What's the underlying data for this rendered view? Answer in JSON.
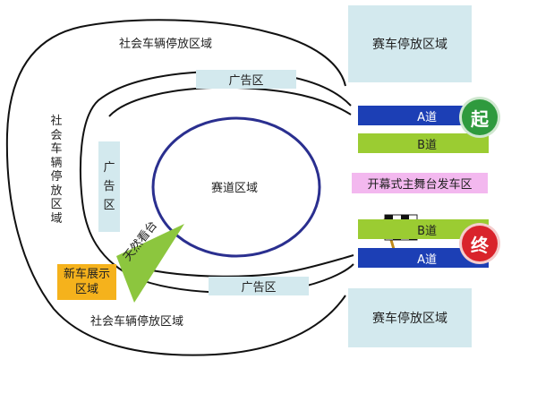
{
  "labels": {
    "race_area": "赛道区域",
    "social_parking_left": "社会车辆停放区域",
    "social_parking_top": "社会车辆停放区域",
    "social_parking_bottom": "社会车辆停放区域",
    "ad_top": "广告区",
    "ad_left": "广告区",
    "ad_bottom": "广告区",
    "race_parking_top": "赛车停放区域",
    "race_parking_bottom": "赛车停放区域",
    "lane_a_top": "A道",
    "lane_b_top": "B道",
    "stage": "开幕式主舞台发车区",
    "lane_b_bottom": "B道",
    "lane_a_bottom": "A道",
    "start_badge": "起",
    "finish_badge": "终",
    "stand": "天然看台",
    "showroom": "新车展示区域"
  },
  "colors": {
    "ad_area": "#d3e9ee",
    "lane_a": "#1c3fb5",
    "lane_b": "#9bcc32",
    "stage": "#f3b8ef",
    "showroom": "#f5b21c",
    "stand": "#8cc63e",
    "track_oval": "#2a2f8f",
    "start": "#2f9a3e",
    "finish": "#d9232b"
  },
  "icons": [
    "checkered-flag-icon"
  ]
}
